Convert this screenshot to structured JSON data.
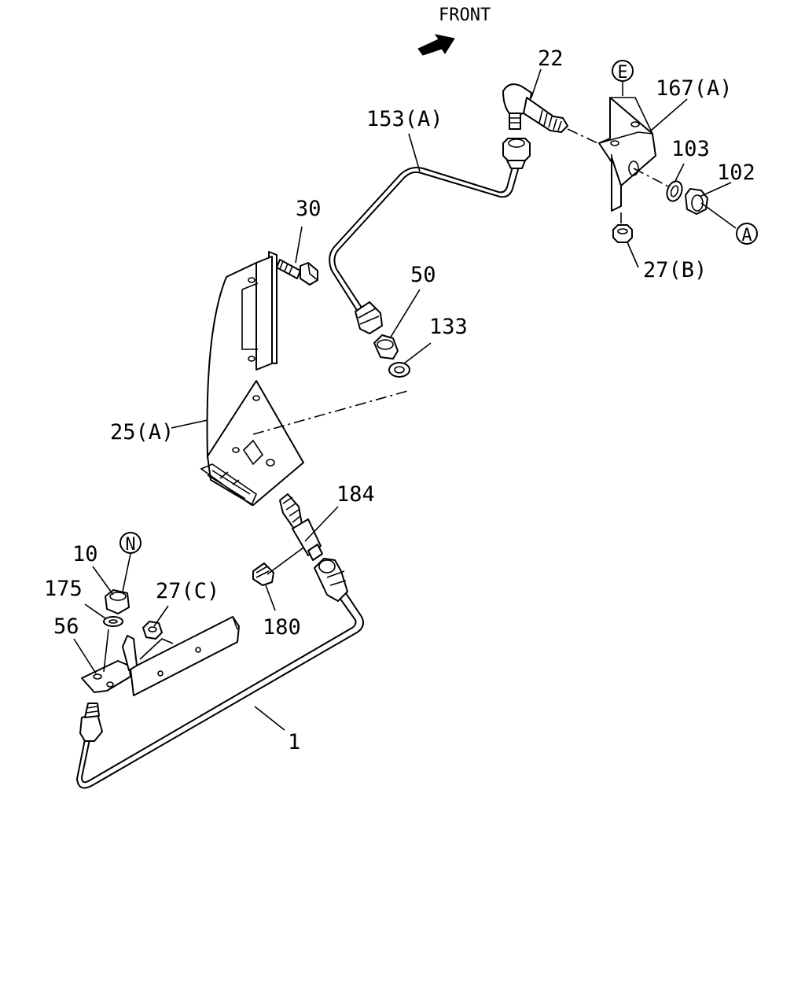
{
  "diagram": {
    "direction_label": "FRONT",
    "parts": {
      "p1": "1",
      "p10": "10",
      "p22": "22",
      "p25a": "25(A)",
      "p27b": "27(B)",
      "p27c": "27(C)",
      "p30": "30",
      "p50": "50",
      "p56": "56",
      "p102": "102",
      "p103": "103",
      "p133": "133",
      "p153a": "153(A)",
      "p167a": "167(A)",
      "p175": "175",
      "p180": "180",
      "p184": "184"
    },
    "references": {
      "a": "A",
      "e": "E",
      "n": "N"
    }
  }
}
